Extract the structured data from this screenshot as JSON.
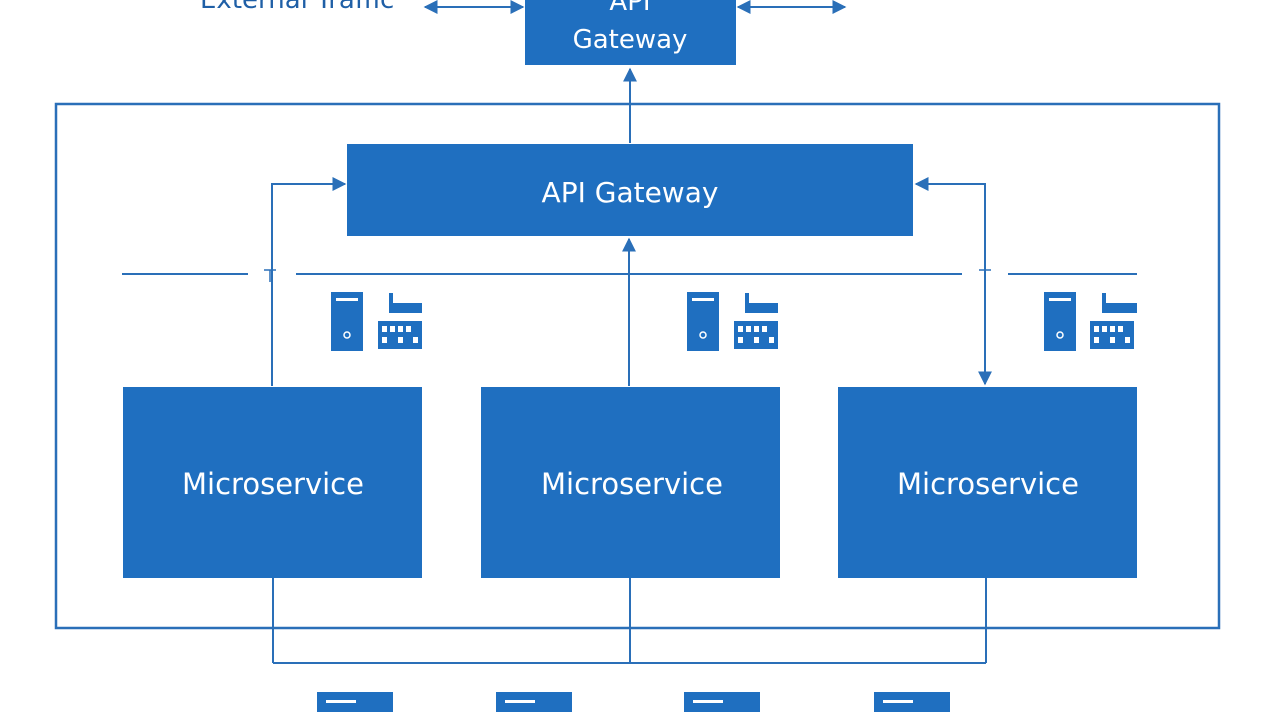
{
  "colors": {
    "primary": "#1f6fc0",
    "line": "#2a6fb8",
    "background": "#ffffff"
  },
  "external": {
    "label": "External Traffic"
  },
  "top_gateway": {
    "line1": "API",
    "line2": "Gateway"
  },
  "inner_gateway": {
    "label": "API Gateway"
  },
  "microservices": [
    {
      "label": "Microservice"
    },
    {
      "label": "Microservice"
    },
    {
      "label": "Microservice"
    }
  ],
  "server_groups": [
    {
      "icon": "server-icon",
      "network_icon": "network-switch-icon"
    },
    {
      "icon": "server-icon",
      "network_icon": "network-switch-icon"
    },
    {
      "icon": "server-icon",
      "network_icon": "network-switch-icon"
    }
  ],
  "bottom_blocks": [
    {
      "icon": "storage-block-icon"
    },
    {
      "icon": "storage-block-icon"
    },
    {
      "icon": "storage-block-icon"
    },
    {
      "icon": "storage-block-icon"
    }
  ]
}
